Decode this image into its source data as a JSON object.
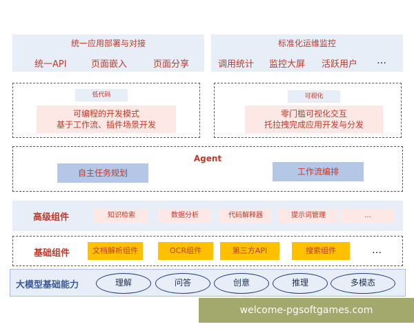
{
  "row1": {
    "left": {
      "title": "统一应用部署与对接",
      "items": [
        "统一API",
        "页面嵌入",
        "页面分享"
      ]
    },
    "right": {
      "title": "标准化运维监控",
      "items": [
        "调用统计",
        "监控大屏",
        "活跃用户"
      ],
      "ellipsis": "…"
    }
  },
  "row2": {
    "left": {
      "badge": "低代码",
      "lines": [
        "可编程的开发模式",
        "基于工作流、插件场景开发"
      ]
    },
    "right": {
      "badge": "可视化",
      "lines": [
        "零门槛可视化交互",
        "托拉拽完成应用开发与分发"
      ]
    }
  },
  "agent": {
    "title": "Agent",
    "items": [
      "自主任务规划",
      "工作流编排"
    ]
  },
  "advanced": {
    "label": "高级组件",
    "items": [
      "知识检索",
      "数据分析",
      "代码解释器",
      "提示词管理",
      "..."
    ]
  },
  "basic": {
    "label": "基础组件",
    "items": [
      "文档解析组件",
      "OCR组件",
      "第三方API",
      "搜索组件"
    ],
    "ellipsis": "…"
  },
  "llm": {
    "label": "大模型基础能力",
    "items": [
      "理解",
      "问答",
      "创意",
      "推理",
      "多模态"
    ]
  },
  "watermark": {
    "text": "welcome-pgsoftgames.com"
  },
  "colors": {
    "accent_red": "#c0392b",
    "panel_blue": "#e7eef8",
    "button_blue": "#b4c7e7",
    "pink": "#fde8e6",
    "orange": "#ffc000",
    "watermark": "#a3a86c"
  }
}
